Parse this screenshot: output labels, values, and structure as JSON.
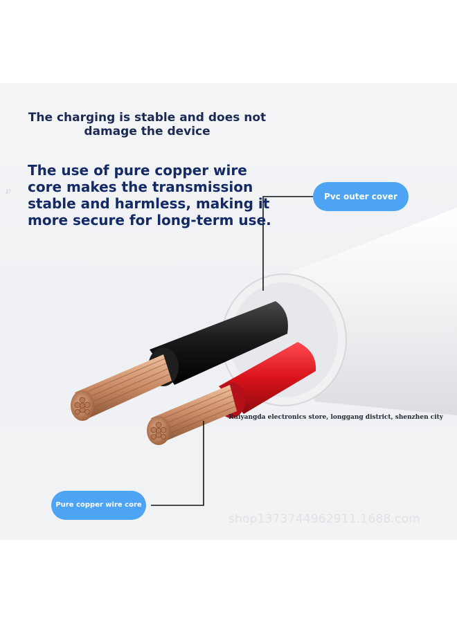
{
  "headline": "The charging is stable and does not damage the device",
  "description": "The use of pure copper wire core makes the transmission stable and harmless, making it more secure for long-term use.",
  "labels": {
    "outer_cover": "Pvc outer cover",
    "core": "Pure copper wire core"
  },
  "store_text": "Ruiyangda electronics store, longgang district, shenzhen city",
  "watermark": "shop1373744962911.1688.com",
  "faint_mark": "℘",
  "colors": {
    "headline_text": "#1b2a55",
    "body_text": "#142a66",
    "label_pill": "#4da3f4",
    "outer_sheath": "#f3f3f5",
    "black_insulation": "#141414",
    "red_insulation": "#d9131b",
    "copper": "#c98a65"
  },
  "icons": [
    "cable-illustration"
  ]
}
